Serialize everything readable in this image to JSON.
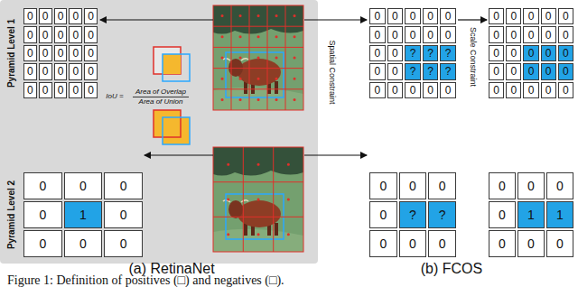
{
  "diagram": {
    "caption": "Figure 1: Definition of positives (□) and negatives (□).",
    "nodes": [
      {
        "text": [
          "0",
          "0",
          "0",
          "0",
          "0",
          "0",
          "0",
          "0",
          "0",
          "0",
          "0",
          "0",
          "0",
          "0",
          "0",
          "0",
          "0",
          "0",
          "0",
          "0",
          "0",
          "0",
          "0",
          "0",
          "0"
        ]
      },
      {
        "text": [
          "0",
          "0",
          "0",
          "0",
          "0",
          "0",
          "0",
          "0",
          "0",
          "0",
          "0",
          "0",
          "?",
          "?",
          "?",
          "0",
          "0",
          "?",
          "?",
          "?",
          "0",
          "0",
          "0",
          "0",
          "0"
        ]
      },
      {
        "text": [
          "0",
          "0",
          "0",
          "0",
          "0",
          "0",
          "0",
          "0",
          "0",
          "0",
          "0",
          "0",
          "0",
          "0",
          "0",
          "0",
          "0",
          "0",
          "0",
          "0",
          "0",
          "0",
          "0",
          "0",
          "0"
        ]
      },
      {
        "text": [
          "0",
          "0",
          "0",
          "0",
          "1",
          "0",
          "0",
          "0",
          "0"
        ]
      },
      {
        "text": [
          "0",
          "0",
          "0",
          "0",
          "?",
          "?",
          "0",
          "0",
          "0"
        ]
      },
      {
        "text": [
          "0",
          "0",
          "0",
          "0",
          "1",
          "1",
          "0",
          "0",
          "0"
        ]
      }
    ],
    "edges": [
      {
        "from": 1,
        "to": 2,
        "arrow": "to",
        "label": "Scale Constraint"
      }
    ],
    "labels": [
      "Pyramid Level 1",
      "Pyramid Level 2",
      "IoU =",
      "Area of Overlap",
      "Area of Union",
      "Spatial Constraint",
      "(a) RetinaNet",
      "(b) FCOS"
    ]
  }
}
